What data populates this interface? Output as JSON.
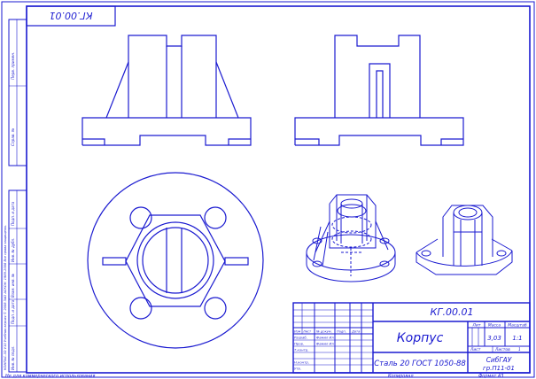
{
  "stamp": {
    "code_top": "КГ.00.01",
    "code": "КГ.00.01",
    "title": "Корпус",
    "material": "Сталь 20  ГОСТ 1050-88",
    "hdr_lit": "Лит",
    "hdr_mass": "Масса",
    "hdr_scale": "Масштаб",
    "mass": "3,03",
    "scale": "1:1",
    "sheet_label": "Лист",
    "sheets_label": "Листов",
    "sheets_value": "1",
    "org1": "СибГАУ",
    "org2": "гр.П11-01",
    "rows": {
      "izm": "Изм",
      "list": "Лист",
      "ndoc": "№ докум.",
      "podp": "Подп.",
      "data": "Дата",
      "razrab": "Разраб.",
      "prov": "Пров.",
      "tkontr": "Т.контр.",
      "nkontr": "Н.контр.",
      "utv": "Утв.",
      "razrab_name": "Фамил Ил",
      "prov_name": "Фамил Ил"
    },
    "copied": "Копировал",
    "format": "Формат   А3"
  },
  "footer": {
    "noncommercial": "Не для коммерческого использования"
  },
  "side_strip": {
    "perv_primen": "Перв. примен.",
    "sprav": "Справ. №",
    "podp_data": "Подп. и дата",
    "inv_dubl": "Инв. № дубл.",
    "vzam_inv": "Взам. инв. №",
    "podp_data2": "Подп. и дата",
    "inv_podl": "Инв. № подл.",
    "kompas": "КОМПАС-3D V10 Учебная версия © 2008 ЗАО АСКОН. 1989-2008 Все права защищены."
  }
}
